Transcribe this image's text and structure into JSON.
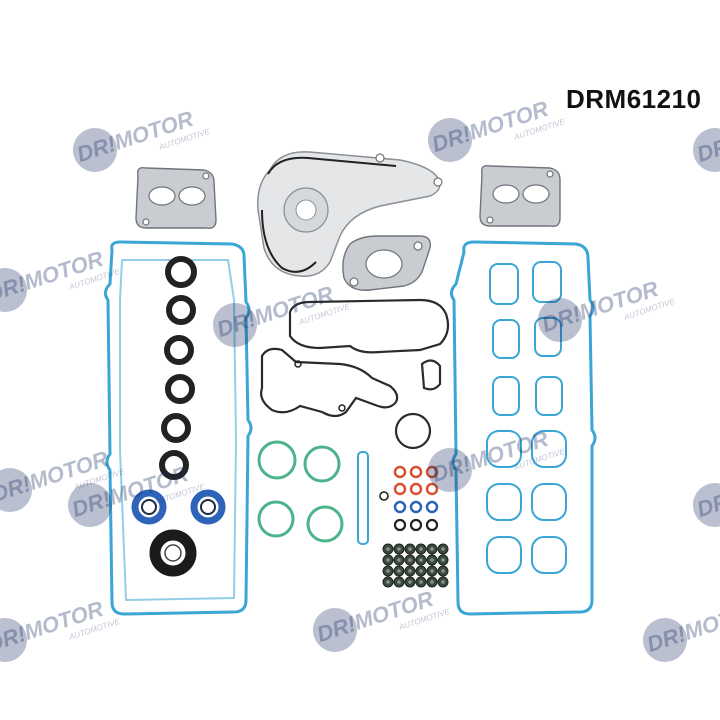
{
  "product": {
    "part_number": "DRM61210"
  },
  "watermark": {
    "brand": "DR!MOTOR",
    "tagline": "AUTOMOTIVE"
  },
  "colors": {
    "gasket_blue": "#3aa6d6",
    "seal_black": "#2b2b2b",
    "oring_green": "#4cb38a",
    "oring_red": "#d8502f",
    "metal_grey": "#c9cdd2",
    "watermark_navy": "#1a2f63"
  }
}
